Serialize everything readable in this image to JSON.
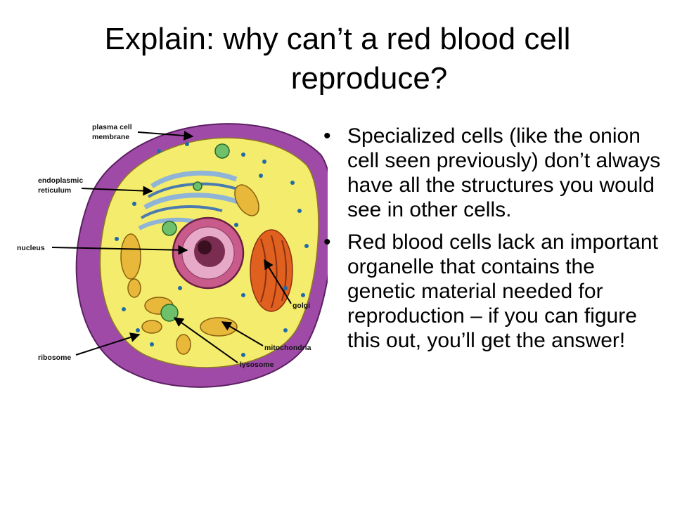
{
  "title": {
    "line1": "Explain: why can’t a red blood cell",
    "line2": "reproduce?"
  },
  "diagram": {
    "labels": {
      "plasma_cell_membrane_1": "plasma cell",
      "plasma_cell_membrane_2": "membrane",
      "endoplasmic_reticulum_1": "endoplasmic",
      "endoplasmic_reticulum_2": "reticulum",
      "nucleus": "nucleus",
      "golgi": "golgi",
      "mitochondria": "mitochondria",
      "ribosome": "ribosome",
      "lysosome": "lysosome"
    },
    "colors": {
      "membrane": "#a04aa8",
      "cytoplasm": "#f4ec6c",
      "nucleus": "#c85a8c",
      "nucleolus": "#7a2d50",
      "golgi": "#e0601f",
      "er": "#8fb4d8",
      "mitochondria": "#e8b83a",
      "lysosome": "#6ec06a"
    }
  },
  "bullets": [
    "Specialized cells (like the onion cell seen previously) don’t always have all the structures you would see in other cells.",
    "Red blood cells lack an important organelle that contains the genetic material needed for reproduction – if you can figure this out, you’ll get the answer!"
  ],
  "bullet_glyph": "•"
}
